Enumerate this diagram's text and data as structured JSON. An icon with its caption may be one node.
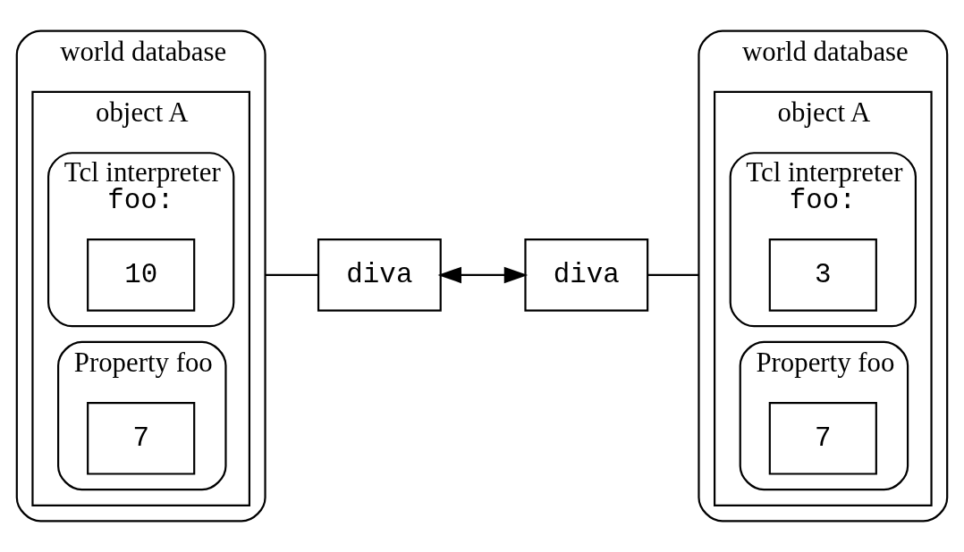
{
  "diagram": {
    "nodes": [
      {
        "text": [
          "world database"
        ]
      },
      {
        "text": [
          "object A"
        ],
        "in": 0
      },
      {
        "text": [
          "Tcl interpreter",
          "foo:"
        ],
        "in": 1
      },
      {
        "text": [
          "10"
        ],
        "in": 2
      },
      {
        "text": [
          "Property foo"
        ],
        "in": 1
      },
      {
        "text": [
          "7"
        ],
        "in": 4
      },
      {
        "text": [
          "diva"
        ]
      },
      {
        "text": [
          "diva"
        ]
      },
      {
        "text": [
          "world database"
        ]
      },
      {
        "text": [
          "object A"
        ],
        "in": 8
      },
      {
        "text": [
          "Tcl interpreter",
          "foo:"
        ],
        "in": 9
      },
      {
        "text": [
          "3"
        ],
        "in": 10
      },
      {
        "text": [
          "Property foo"
        ],
        "in": 9
      },
      {
        "text": [
          "7"
        ],
        "in": 12
      }
    ],
    "edges": [
      {
        "from": 0,
        "to": 6,
        "arrow": "none"
      },
      {
        "from": 6,
        "to": 7,
        "arrow": "both"
      },
      {
        "from": 7,
        "to": 8,
        "arrow": "none"
      }
    ]
  }
}
